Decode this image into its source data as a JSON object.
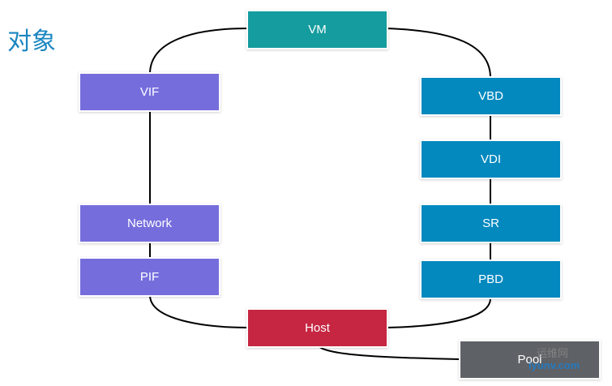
{
  "title": "对象",
  "nodes": {
    "vm": {
      "label": "VM",
      "color": "#159c9e"
    },
    "vif": {
      "label": "VIF",
      "color": "#766ddd"
    },
    "network": {
      "label": "Network",
      "color": "#766ddd"
    },
    "pif": {
      "label": "PIF",
      "color": "#766ddd"
    },
    "vbd": {
      "label": "VBD",
      "color": "#0489bf"
    },
    "vdi": {
      "label": "VDI",
      "color": "#0489bf"
    },
    "sr": {
      "label": "SR",
      "color": "#0489bf"
    },
    "pbd": {
      "label": "PBD",
      "color": "#0489bf"
    },
    "host": {
      "label": "Host",
      "color": "#c62642"
    },
    "pool": {
      "label": "Pool",
      "color": "#5e6166"
    }
  },
  "edges": [
    [
      "vm",
      "vif"
    ],
    [
      "vif",
      "network"
    ],
    [
      "network",
      "pif"
    ],
    [
      "pif",
      "host"
    ],
    [
      "vm",
      "vbd"
    ],
    [
      "vbd",
      "vdi"
    ],
    [
      "vdi",
      "sr"
    ],
    [
      "sr",
      "pbd"
    ],
    [
      "pbd",
      "host"
    ],
    [
      "host",
      "pool"
    ]
  ],
  "watermark": {
    "cn": "运维网",
    "en": "iyunv.com"
  }
}
